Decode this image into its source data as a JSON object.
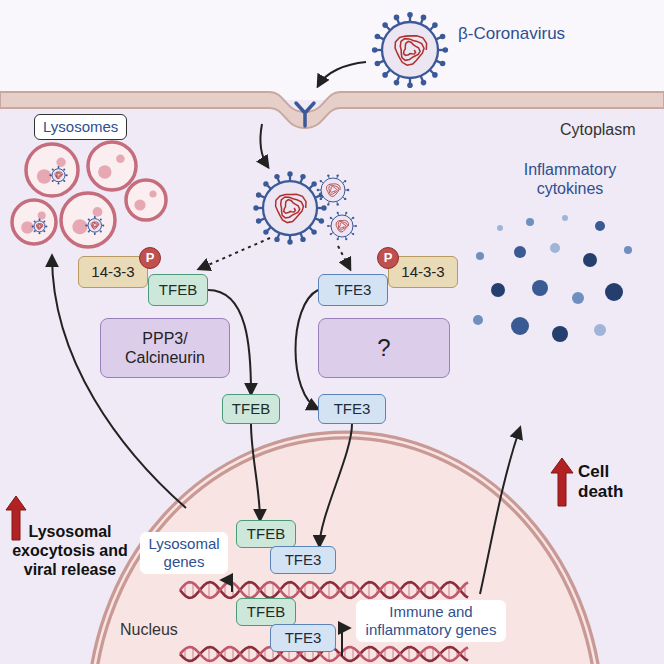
{
  "diagram": {
    "nodes": [
      {
        "text": [
          "Lysosomes"
        ]
      },
      {
        "text": [
          "14-3-3"
        ]
      },
      {
        "text": [
          "P"
        ]
      },
      {
        "text": [
          "TFEB"
        ]
      },
      {
        "text": [
          "TFE3"
        ]
      },
      {
        "text": [
          "P"
        ]
      },
      {
        "text": [
          "14-3-3"
        ]
      },
      {
        "text": [
          "PPP3/ Calcineurin"
        ]
      },
      {
        "text": [
          "?"
        ]
      },
      {
        "text": [
          "TFEB"
        ]
      },
      {
        "text": [
          "TFE3"
        ]
      },
      {
        "text": [
          "TFEB"
        ]
      },
      {
        "text": [
          "Lysosomal genes"
        ]
      },
      {
        "text": [
          "TFE3"
        ]
      },
      {
        "text": [
          "TFEB"
        ]
      },
      {
        "text": [
          "TFE3"
        ]
      },
      {
        "text": [
          "Immune and inflammatory genes"
        ]
      }
    ],
    "edges": [
      {
        "from": 3,
        "to": 9,
        "arrow": "to"
      },
      {
        "from": 4,
        "to": 10,
        "arrow": "to"
      },
      {
        "from": 9,
        "to": 11,
        "arrow": "to"
      },
      {
        "from": 10,
        "to": 13,
        "arrow": "to"
      }
    ],
    "labels": [
      "β-Coronavirus",
      "Cytoplasm",
      "Inflammatory cytokines",
      "Lysosomal exocytosis and viral release",
      "Cell death",
      "Nucleus"
    ]
  }
}
